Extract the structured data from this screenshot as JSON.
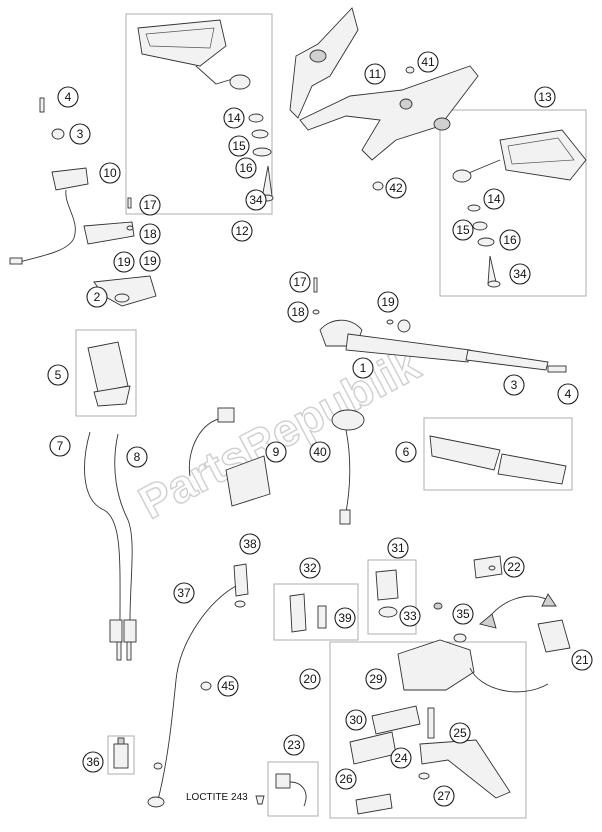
{
  "watermark": "PartsRepublik",
  "note": "LOCTITE 243",
  "callouts": [
    "1",
    "2",
    "3",
    "4",
    "5",
    "6",
    "7",
    "8",
    "9",
    "10",
    "11",
    "12",
    "13",
    "14",
    "15",
    "16",
    "17",
    "18",
    "19",
    "20",
    "21",
    "22",
    "23",
    "24",
    "25",
    "26",
    "27",
    "29",
    "30",
    "31",
    "32",
    "33",
    "34",
    "35",
    "36",
    "37",
    "38",
    "39",
    "40",
    "41",
    "42",
    "45"
  ]
}
